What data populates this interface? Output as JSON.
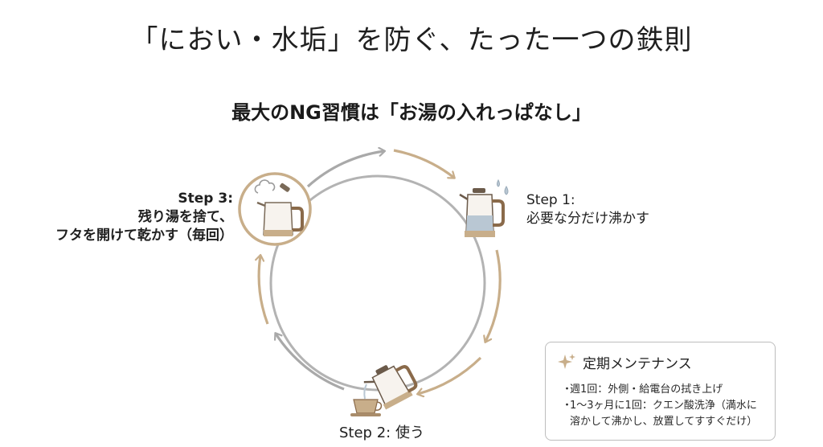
{
  "page": {
    "title": "「におい・水垢」を防ぐ、たった一つの鉄則",
    "subtitle": "最大のNG習慣は「お湯の入れっぱなし」"
  },
  "steps": [
    {
      "id": "step1",
      "title": "Step 1:",
      "desc": "必要な分だけ沸かす",
      "icon": "kettle-boiling-icon"
    },
    {
      "id": "step2",
      "title": "Step 2: 使う",
      "icon": "kettle-pouring-icon"
    },
    {
      "id": "step3",
      "title": "Step 3:",
      "desc_line1": "残り湯を捨て、",
      "desc_line2": "フタを開けて乾かす（毎回）",
      "icon": "kettle-lid-open-icon"
    }
  ],
  "maintenance": {
    "title": "定期メンテナンス",
    "icon": "sparkle-icon",
    "items": [
      {
        "bullet": "・",
        "line1": "週1回：外側・給電台の拭き上げ"
      },
      {
        "bullet": "・",
        "line1": "1〜3ヶ月に1回：クエン酸洗浄（満水に",
        "line2": "溶かして沸かし、放置してすすぐだけ）"
      }
    ]
  },
  "colors": {
    "gold": "#c8ae8a",
    "gray": "#a9a9a9",
    "water": "#b9c7d3",
    "text": "#222222"
  }
}
